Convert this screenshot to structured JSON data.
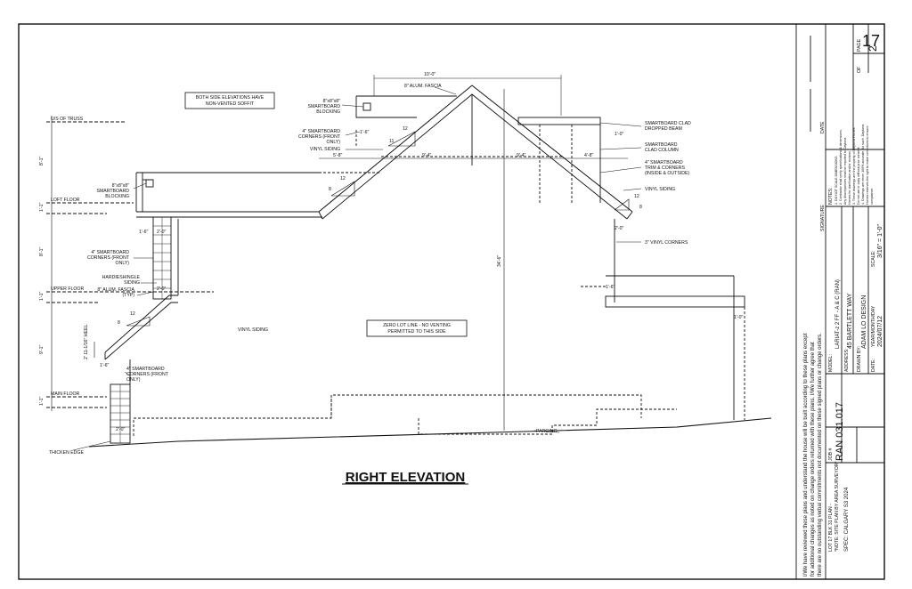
{
  "drawing": {
    "title": "RIGHT ELEVATION",
    "notes": {
      "soffit": [
        "BOTH SIDE ELEVATIONS HAVE",
        "NON-VENTED SOFFIT"
      ],
      "zero_lot": [
        "ZERO LOT LINE - NO VENTING",
        "PERMITTED TO THIS SIDE"
      ]
    },
    "levels": {
      "us_truss": "U/S OF TRUSS",
      "loft_floor": "LOFT FLOOR",
      "upper_floor": "UPPER FLOOR",
      "main_floor": "MAIN FLOOR"
    },
    "left_dims": [
      "8'-1\"",
      "1'-1\"",
      "8'-1\"",
      "1'-1\"",
      "9'-1\"",
      "1'-1\""
    ],
    "callouts_left": {
      "blocking_top": [
        "8\"x8\"x8\"",
        "SMARTBOARD",
        "BLOCKING"
      ],
      "corners_top": [
        "4\" SMARTBOARD",
        "CORNERS (FRONT",
        "ONLY)"
      ],
      "vinyl_top": "VINYL SIDING",
      "blocking_mid": [
        "8\"x8\"x8\"",
        "SMARTBOARD",
        "BLOCKING"
      ],
      "corners_mid": [
        "4\" SMARTBOARD",
        "CORNERS (FRONT",
        "ONLY)"
      ],
      "hardie": [
        "HARDIESHINGLE",
        "SIDING"
      ],
      "fascia_low": [
        "8\" ALUM. FASCIA",
        "(TYP)"
      ],
      "corners_low": [
        "4\" SMARTBOARD",
        "CORNERS (FRONT",
        "ONLY)"
      ],
      "thicken": "THICKEN EDGE",
      "heel": "2' 11-1/16\" HEEL"
    },
    "callouts_right": {
      "beam": [
        "SMARTBOARD CLAD",
        "DROPPED BEAM"
      ],
      "column": [
        "SMARTBOARD",
        "CLAD COLUMN"
      ],
      "trim": [
        "4\" SMARTBOARD",
        "TRIM & CORNERS",
        "(INSIDE & OUTSIDE)"
      ],
      "vinyl": "VINYL SIDING",
      "vinyl_corners": "3\" VINYL CORNERS"
    },
    "center_labels": {
      "fascia_top": "8\" ALUM. FASCIA",
      "vinyl_body": "VINYL SIDING",
      "parging": "PARGING",
      "height": "34'-6\""
    },
    "dims": {
      "top_width": "10'-0\"",
      "d1": "1'-6\"",
      "d2": "5'-8\"",
      "d3": "9'-4\"",
      "d4": "9'-4\"",
      "d5": "4'-8\"",
      "d6": "1'-0\"",
      "d7": "2'-0\"",
      "d8": "1'-6\"",
      "d9": "2'-0\"",
      "d10": "2'-0\"",
      "d11": "1'-6\"",
      "d12": "1'-6\"",
      "d13": "1'-0\"",
      "d14": "2'-0\""
    },
    "slopes": {
      "rise12": "12",
      "rise11": "11",
      "rise8": "8"
    }
  },
  "title_block": {
    "disclaimer": [
      "I/We have reviewed these plans and understand the house will be built according to these plans except",
      "for additional changes as noted on change orders returned with these plans. I/We further agree that",
      "there are no outstanding verbal commitments not documented on these signed plans or change orders."
    ],
    "job_label": "JOB #",
    "job_no": "RAN 031.017",
    "lot": "LOT 17   BLK 31   PLAN -",
    "note": "*NOTE: SITE PLAN BY AREA SURVEYOR*",
    "spec": "SPEC: CALGARY S3 2024",
    "model_label": "MODEL:",
    "model": "LARIAT-z 2 FF - A & C (RAN)",
    "address_label": "ADDRESS:",
    "address": "45 BARTLETT WAY",
    "drawn_label": "DRAWN BY:",
    "drawn": "ADAM LO DESIGN",
    "date_label": "DATE:",
    "date_caption": "YEAR/MONTH/DAY",
    "date": "2024/07/12",
    "scale_label": "SCALE:",
    "scale": "3/16\" = 1'-0\"",
    "signature": "SIGNATURE",
    "date_sig": "DATE",
    "notes_title": "NOTES:",
    "notes": [
      "1. DO NOT SCALE DIMENSIONS.",
      "2. Contractor shall verify specifications & dimensions.",
      "   Any discrepancies shall be reported to Daytona",
      "   Homes for clarification and/or revision.",
      "3. These drawings are the property of Daytona Homes.",
      "   Do not use or copy without prior consent.",
      "4. Drawings are never 100% accurate. As such, Daytona",
      "   Homes reserves the right to make corrections to ensure",
      "   compliance."
    ],
    "page_label": "PAGE",
    "page": "2",
    "of_label": "OF",
    "of": "17"
  }
}
